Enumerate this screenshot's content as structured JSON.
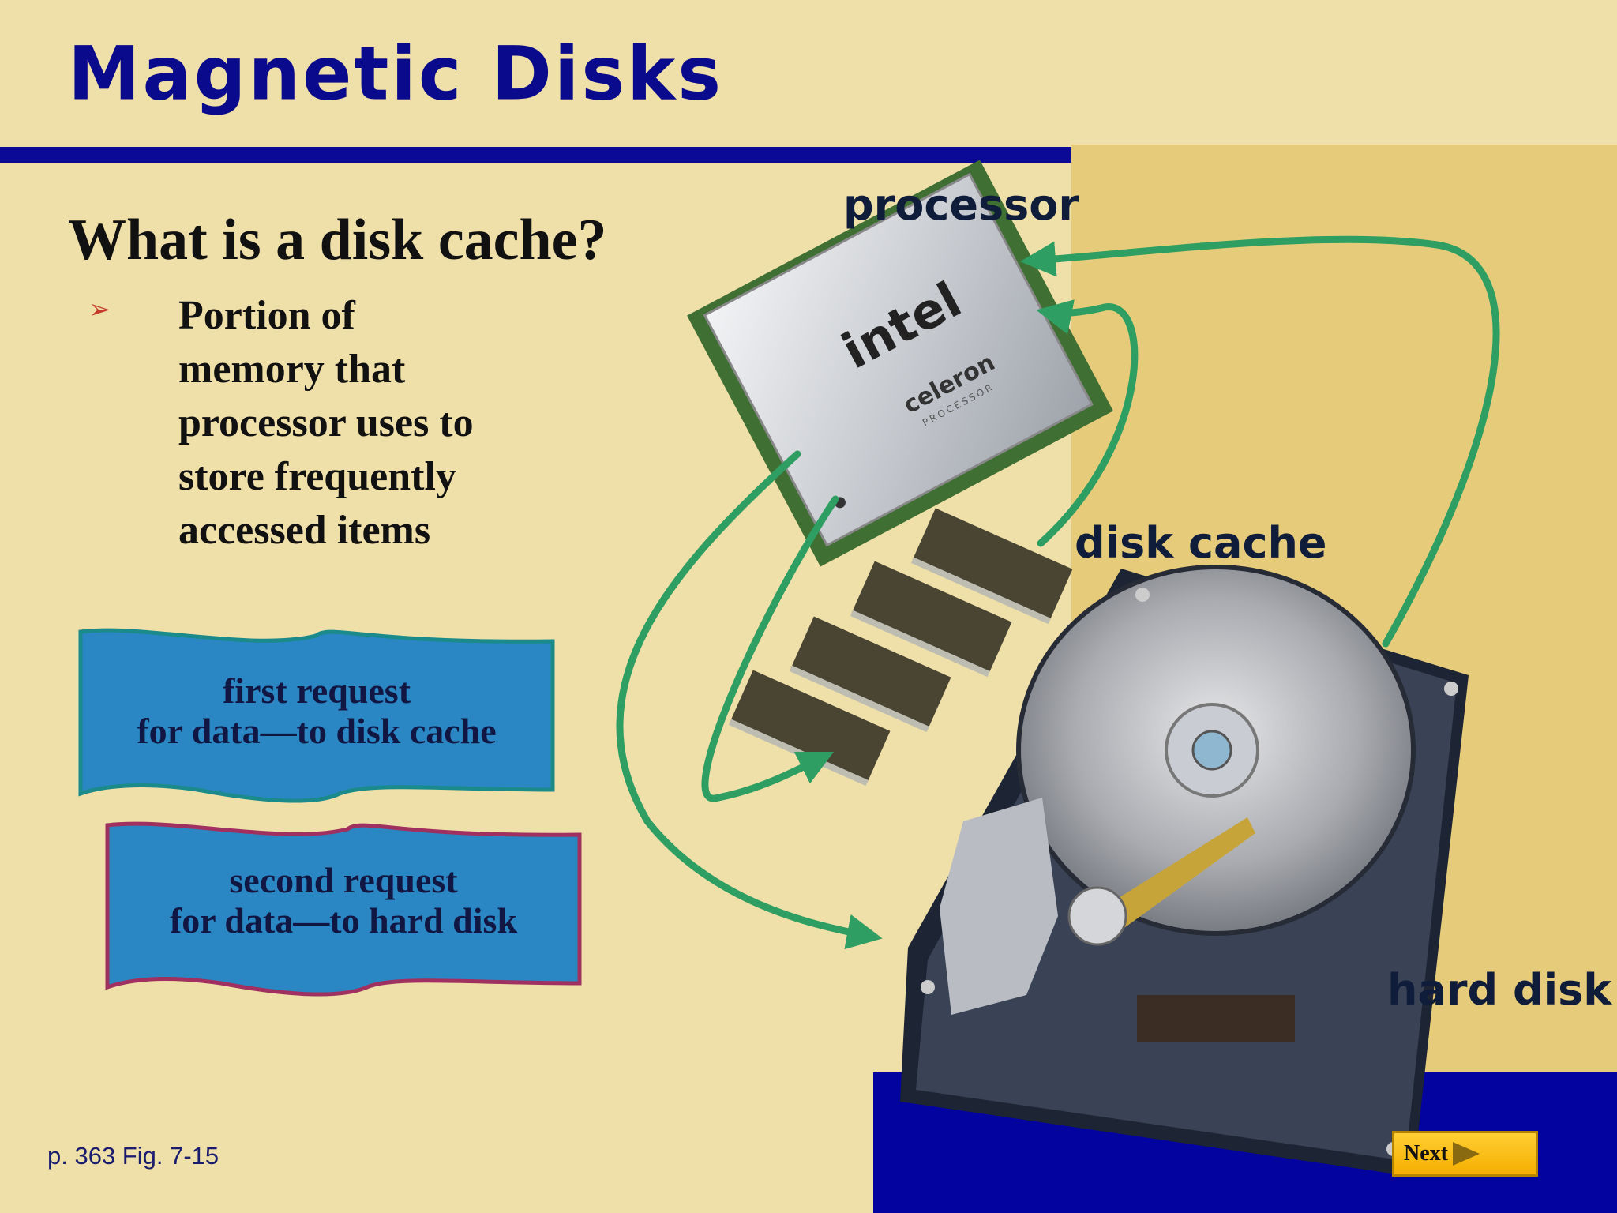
{
  "slide": {
    "title": "Magnetic Disks",
    "question": "What is a disk cache?",
    "bullet": "Portion of memory that processor uses to store frequently accessed items",
    "banners": [
      {
        "line1": "first request",
        "line2": "for data—to disk cache"
      },
      {
        "line1": "second request",
        "line2": "for data—to hard disk"
      }
    ],
    "labels": {
      "processor": "processor",
      "disk_cache": "disk cache",
      "hard_disk": "hard disk"
    },
    "chip": {
      "brand": "intel",
      "model": "celeron",
      "sub": "PROCESSOR"
    },
    "footnote": "p. 363 Fig. 7-15",
    "next_label": "Next"
  },
  "colors": {
    "title": "#0a0a8c",
    "background": "#efdfa8",
    "right_panel": "#e6cc7a",
    "bottom_band": "#0303a0",
    "arrow": "#2e9e62",
    "banner_fill": "#2a87c3",
    "banner1_border": "#1a8a8a",
    "banner2_border": "#a03060",
    "next_button": "#f5ae00"
  },
  "icons": [
    "bullet-arrow-icon",
    "processor-chip-icon",
    "memory-chip-icon",
    "hard-disk-icon",
    "next-arrow-icon"
  ]
}
